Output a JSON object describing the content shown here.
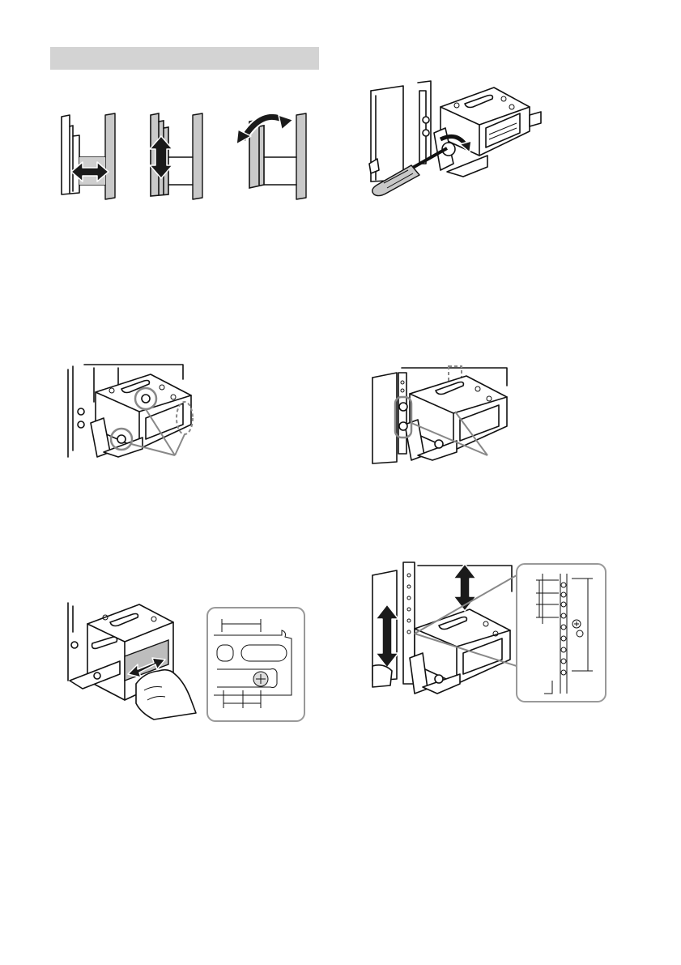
{
  "page": {
    "heading_bar_text": "",
    "colors": {
      "heading_bar": "#d3d3d3",
      "line": "#111111",
      "shade": "#c9c9c9",
      "wall": "#555555"
    }
  },
  "figures": [
    {
      "id": "adjustment-directions",
      "icons": [
        "horizontal-double-arrow-icon",
        "vertical-double-arrow-icon",
        "rotate-arrow-icon"
      ]
    },
    {
      "id": "screwdriver-loosening",
      "icons": [
        "screwdriver-icon",
        "rotation-arrow-icon"
      ]
    },
    {
      "id": "bracket-screws-highlighted",
      "icons": [
        "screw-callout-icon"
      ]
    },
    {
      "id": "bracket-rail-screws-highlighted",
      "icons": [
        "screw-callout-icon"
      ]
    },
    {
      "id": "slide-adjustment-with-detail",
      "icons": [
        "hand-icon",
        "double-arrow-icon",
        "slot-detail-icon"
      ]
    },
    {
      "id": "height-adjustment-with-detail",
      "icons": [
        "vertical-double-arrow-icon",
        "rail-detail-icon"
      ]
    }
  ]
}
